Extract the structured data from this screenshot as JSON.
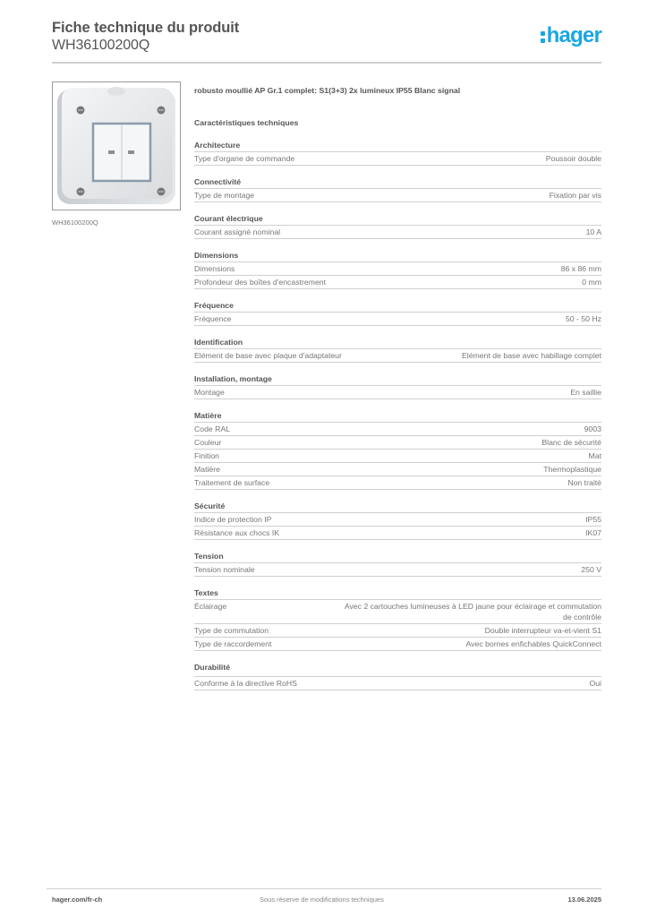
{
  "header": {
    "title": "Fiche technique du produit",
    "product_code": "WH36100200Q",
    "logo_text": "hager",
    "brand_color": "#1aa7e3"
  },
  "image": {
    "caption": "WH36100200Q",
    "alt": "robusto moullié switch box with two illuminated buttons"
  },
  "product": {
    "description": "robusto moullié AP Gr.1 complet: S1(3+3) 2x lumineux IP55 Blanc signal",
    "section_heading": "Caractéristiques techniques"
  },
  "groups": [
    {
      "title": "Architecture",
      "rows": [
        {
          "label": "Type d'organe de commande",
          "value": "Poussoir double"
        }
      ]
    },
    {
      "title": "Connectivité",
      "rows": [
        {
          "label": "Type de montage",
          "value": "Fixation par vis"
        }
      ]
    },
    {
      "title": "Courant électrique",
      "rows": [
        {
          "label": "Courant assigné nominal",
          "value": "10 A"
        }
      ]
    },
    {
      "title": "Dimensions",
      "rows": [
        {
          "label": "Dimensions",
          "value": "86 x 86 mm"
        },
        {
          "label": "Profondeur des boîtes d'encastrement",
          "value": "0 mm"
        }
      ]
    },
    {
      "title": "Fréquence",
      "rows": [
        {
          "label": "Fréquence",
          "value": "50 - 50 Hz"
        }
      ]
    },
    {
      "title": "Identification",
      "rows": [
        {
          "label": "Elément de base avec plaque d'adaptateur",
          "value": "Elément de base avec habillage complet"
        }
      ]
    },
    {
      "title": "Installation, montage",
      "rows": [
        {
          "label": "Montage",
          "value": "En saillie"
        }
      ]
    },
    {
      "title": "Matière",
      "rows": [
        {
          "label": "Code RAL",
          "value": "9003"
        },
        {
          "label": "Couleur",
          "value": "Blanc de sécurité"
        },
        {
          "label": "Finition",
          "value": "Mat"
        },
        {
          "label": "Matière",
          "value": "Thermoplastique"
        },
        {
          "label": "Traitement de surface",
          "value": "Non traité"
        }
      ]
    },
    {
      "title": "Sécurité",
      "rows": [
        {
          "label": "Indice de protection IP",
          "value": "IP55"
        },
        {
          "label": "Résistance aux chocs IK",
          "value": "IK07"
        }
      ]
    },
    {
      "title": "Tension",
      "rows": [
        {
          "label": "Tension nominale",
          "value": "250 V"
        }
      ]
    },
    {
      "title": "Textes",
      "rows": [
        {
          "label": "Éclairage",
          "value": "Avec 2 cartouches lumineuses à LED jaune pour éclairage et commutation de contrôle"
        },
        {
          "label": "Type de commutation",
          "value": "Double interrupteur va-et-vient S1"
        },
        {
          "label": "Type de raccordement",
          "value": "Avec bornes enfichables QuickConnect"
        }
      ]
    },
    {
      "title": "Durabilité",
      "rows": [
        {
          "label": "Conforme à la directive RoHS",
          "value": "Oui"
        }
      ]
    }
  ],
  "footer": {
    "website": "hager.com/fr-ch",
    "disclaimer": "Sous réserve de modifications techniques",
    "date": "13.06.2025"
  }
}
